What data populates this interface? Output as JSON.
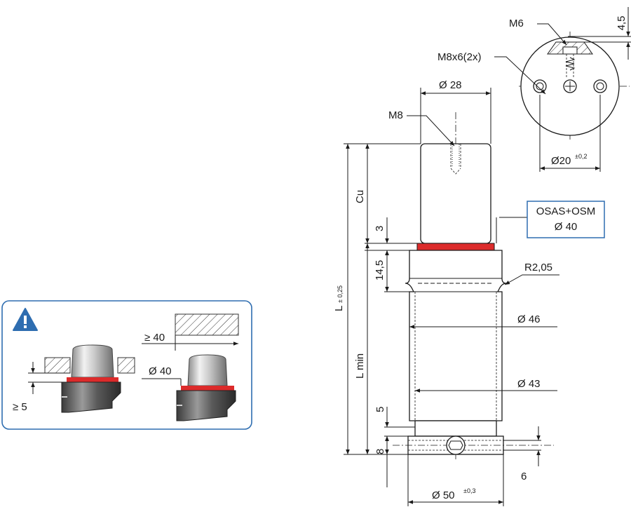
{
  "colors": {
    "seal": "#dc2b2b",
    "callout_border": "#2e6db0",
    "warning": "#2e6db0",
    "line": "#1a1a1a"
  },
  "labels": {
    "m6": "M6",
    "dim_4_5": "4,5",
    "m8x6": "M8x6(2x)",
    "d28": "Ø 28",
    "m8": "M8",
    "d20": "Ø20",
    "d20_tol": "±0,2",
    "cu": "Cu",
    "dim_3": "3",
    "osas_line1": "OSAS+OSM",
    "osas_line2": "Ø 40",
    "dim_14_5": "14,5",
    "r205": "R2,05",
    "l": "L",
    "l_tol": "± 0,25",
    "d46": "Ø 46",
    "lmin": "L min",
    "d43": "Ø 43",
    "dim_5": "5",
    "dim_8": "8",
    "dim_6": "6",
    "d50": "Ø 50",
    "d50_tol": "±0,3"
  },
  "warning_box": {
    "icon": "warning-triangle-icon",
    "ge40": "≥ 40",
    "d40": "Ø 40",
    "ge5": "≥ 5"
  }
}
